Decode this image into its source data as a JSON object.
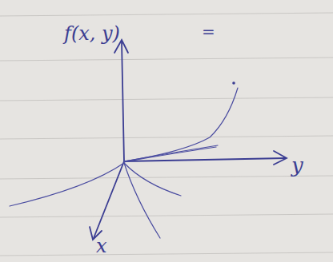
{
  "diagram": {
    "labels": [
      "f(x, y)",
      "=",
      "y",
      "x"
    ]
  }
}
